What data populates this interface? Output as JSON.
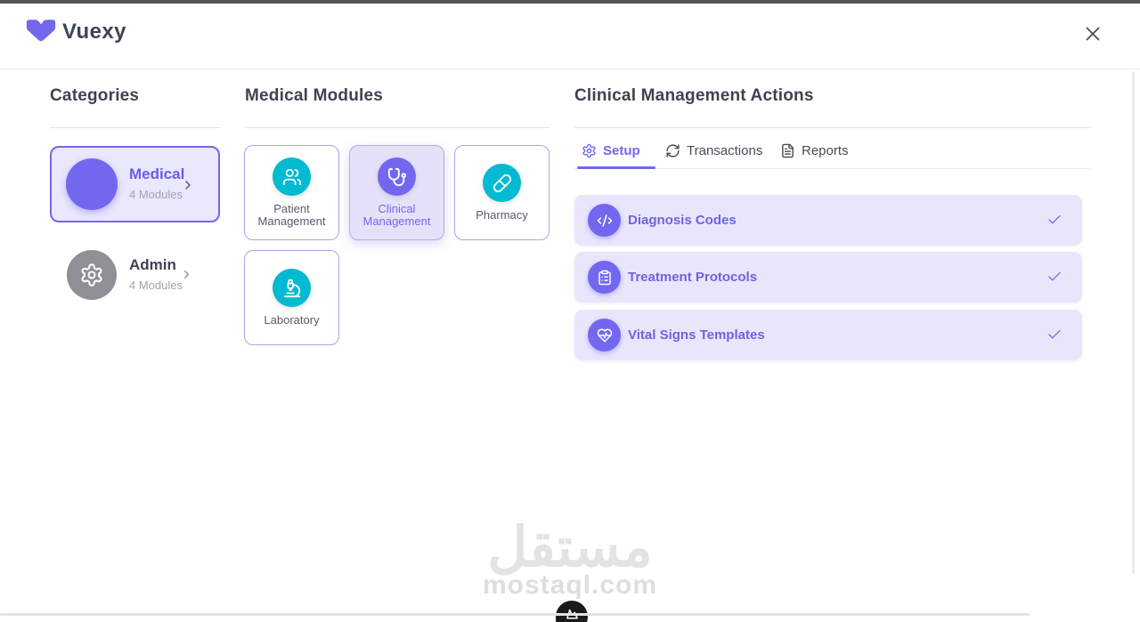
{
  "header": {
    "title": "Vuexy"
  },
  "categories": {
    "heading": "Categories",
    "items": [
      {
        "name": "Medical",
        "count": "4 Modules",
        "icon": "medical-avatar",
        "selected": true
      },
      {
        "name": "Admin",
        "count": "4 Modules",
        "icon": "gear-icon",
        "selected": false
      }
    ]
  },
  "modules": {
    "heading": "Medical Modules",
    "items": [
      {
        "label": "Patient Management",
        "icon": "users-icon",
        "selected": false
      },
      {
        "label": "Clinical Management",
        "icon": "stethoscope-icon",
        "selected": true
      },
      {
        "label": "Pharmacy",
        "icon": "pill-icon",
        "selected": false
      },
      {
        "label": "Laboratory",
        "icon": "microscope-icon",
        "selected": false
      }
    ]
  },
  "actions": {
    "heading": "Clinical Management Actions",
    "tabs": [
      {
        "label": "Setup",
        "icon": "gear-icon",
        "active": true
      },
      {
        "label": "Transactions",
        "icon": "refresh-icon",
        "active": false
      },
      {
        "label": "Reports",
        "icon": "file-text-icon",
        "active": false
      }
    ],
    "items": [
      {
        "label": "Diagnosis Codes",
        "icon": "code-icon",
        "checked": true
      },
      {
        "label": "Treatment Protocols",
        "icon": "clipboard-icon",
        "checked": true
      },
      {
        "label": "Vital Signs Templates",
        "icon": "heart-pulse-icon",
        "checked": true
      }
    ]
  },
  "watermark": {
    "arabic": "مستقل",
    "domain": "mostaql.com"
  },
  "colors": {
    "primary": "#7367f0",
    "teal": "#00bad1",
    "selected_bg": "#eae8fd",
    "card_border": "#aba3ee"
  }
}
